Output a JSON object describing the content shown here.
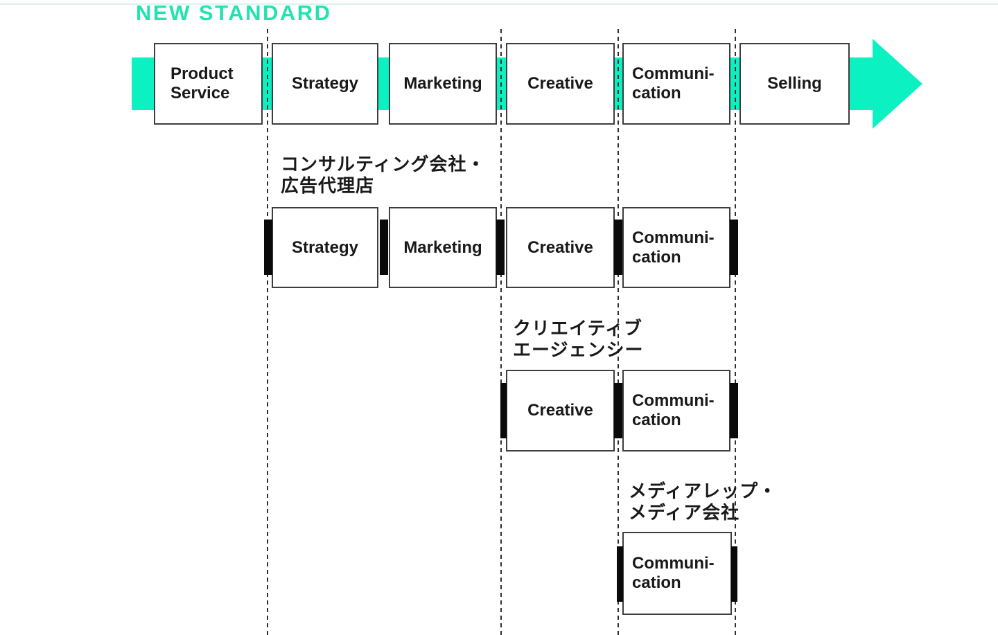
{
  "page": {
    "title": "NEW STANDARD"
  },
  "colors": {
    "accent_title": "#22e3b0",
    "accent_band": "#0cf1c2",
    "connector_black": "#0a0a0a",
    "box_border": "#3d3d3d",
    "text_dark": "#191919",
    "dash_line": "#2e2e2e",
    "divider_light": "#daf5f0"
  },
  "flow": {
    "boxes": [
      {
        "lines": [
          "Product",
          "Service"
        ]
      },
      {
        "lines": [
          "Strategy"
        ]
      },
      {
        "lines": [
          "Marketing"
        ]
      },
      {
        "lines": [
          "Creative"
        ]
      },
      {
        "lines": [
          "Communi-",
          "cation"
        ]
      },
      {
        "lines": [
          "Selling"
        ]
      }
    ]
  },
  "groups": [
    {
      "label_lines": [
        "コンサルティング会社・",
        "広告代理店"
      ],
      "boxes": [
        {
          "lines": [
            "Strategy"
          ]
        },
        {
          "lines": [
            "Marketing"
          ]
        },
        {
          "lines": [
            "Creative"
          ]
        },
        {
          "lines": [
            "Communi-",
            "cation"
          ]
        }
      ]
    },
    {
      "label_lines": [
        "クリエイティブ",
        "エージェンシー"
      ],
      "boxes": [
        {
          "lines": [
            "Creative"
          ]
        },
        {
          "lines": [
            "Communi-",
            "cation"
          ]
        }
      ]
    },
    {
      "label_lines": [
        "メディアレップ・",
        "メディア会社"
      ],
      "boxes": [
        {
          "lines": [
            "Communi-",
            "cation"
          ]
        }
      ]
    }
  ]
}
